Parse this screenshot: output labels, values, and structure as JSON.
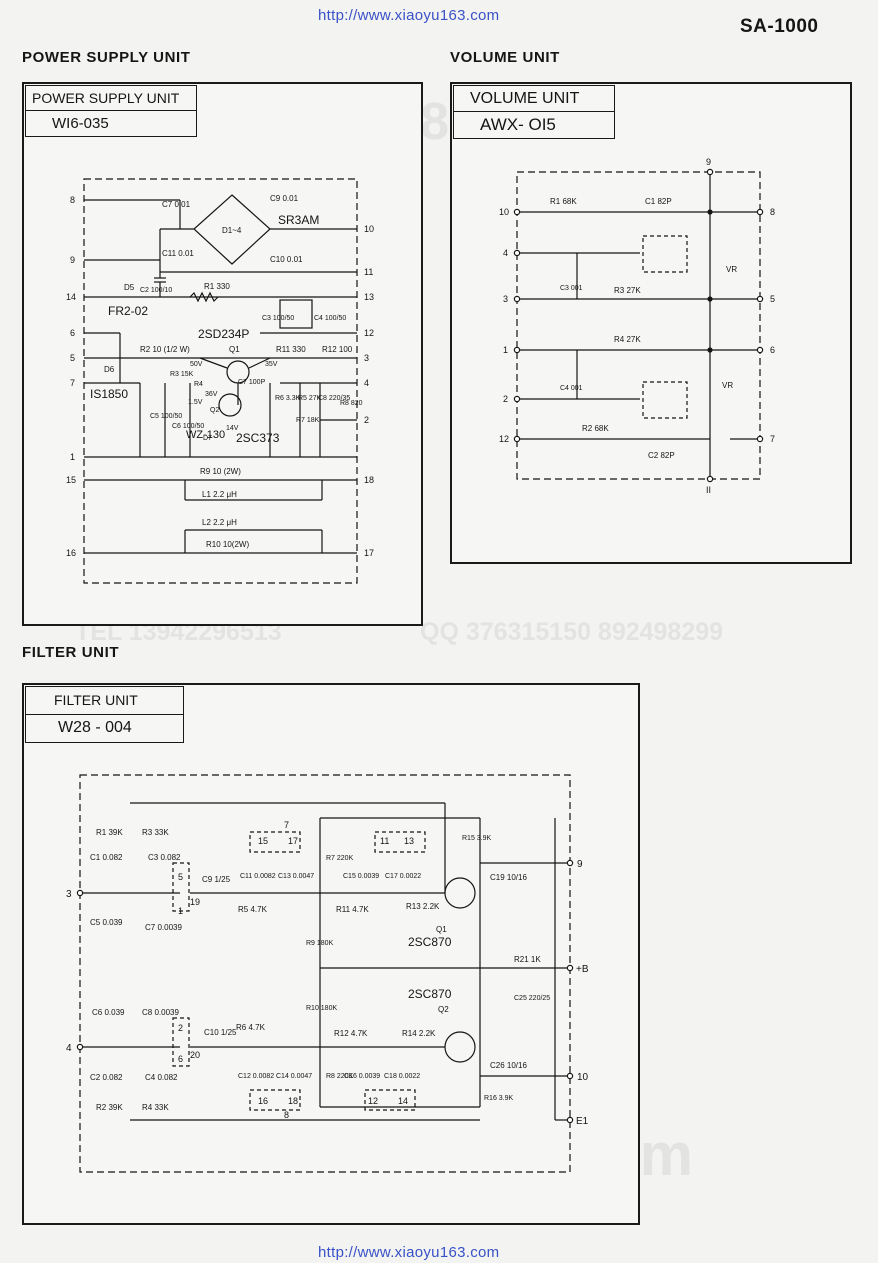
{
  "header": {
    "url_top": "http://www.xiaoyu163.com",
    "model": "SA-1000",
    "url_bottom": "http://www.xiaoyu163.com"
  },
  "watermarks": {
    "qq_big": "QQ 376315150  892498299",
    "tel": "TEL 13942296513",
    "qq_small": "QQ 376315150  892498299",
    "site": "www. xiaoyu163. com"
  },
  "power_supply": {
    "section_label": "POWER SUPPLY UNIT",
    "box_title": "POWER SUPPLY UNIT",
    "box_code": "WI6-035",
    "bridge": "SR3AM",
    "d14": "D1~4",
    "d5_part": "FR2-02",
    "d6_part": "IS1850",
    "q1_part": "2SD234P",
    "q2_part": "2SC373",
    "zener": "WZ-130",
    "labels": {
      "c7": "C7 0.01",
      "c9": "C9 0.01",
      "c11": "C11 0.01",
      "c10": "C10 0.01",
      "c2": "C2 100/10",
      "r1": "R1 330",
      "c3": "C3 100/50",
      "c4": "C4 100/50",
      "r2": "R2 10 (1/2 W)",
      "r11": "R11 330",
      "r12": "R12 100",
      "c5": "C5 100/50",
      "c6": "C6 100/50",
      "r3": "R3 15K",
      "r4": "R4",
      "c7b": "C7 100P",
      "r6": "R6 3.3K",
      "r5": "R5 27K",
      "r7": "R7 18K",
      "c8": "C8 220/35",
      "r8": "R8 820",
      "q1": "Q1",
      "q2": "Q2",
      "d5": "D5",
      "d6": "D6",
      "d7": "D7",
      "v50": "50V",
      "v35": "35V",
      "v36": "36V",
      "v15": "1.5V",
      "v14": "14V",
      "r9": "R9  10 (2W)",
      "l1": "L1  2.2 μH",
      "l2": "L2  2.2 μH",
      "r10": "R10 10(2W)"
    },
    "pins_left": [
      "8",
      "9",
      "14",
      "6",
      "5",
      "7",
      "1",
      "15",
      "16"
    ],
    "pins_right": [
      "10",
      "11",
      "13",
      "12",
      "3",
      "4",
      "2",
      "18",
      "17"
    ]
  },
  "volume": {
    "section_label": "VOLUME UNIT",
    "box_title": "VOLUME  UNIT",
    "box_code": "AWX- OI5",
    "labels": {
      "r1": "R1 68K",
      "c1": "C1 82P",
      "c3": "C3 001",
      "r3": "R3 27K",
      "r4": "R4 27K",
      "c4": "C4 001",
      "r2": "R2 68K",
      "c2": "C2 82P",
      "vr1": "VR",
      "vr2": "VR"
    },
    "pins_left": [
      "10",
      "4",
      "3",
      "1",
      "2",
      "12"
    ],
    "pins_right": [
      "8",
      "5",
      "6",
      "7"
    ],
    "pin_top": "9",
    "pin_bottom": "II"
  },
  "filter": {
    "section_label": "FILTER UNIT",
    "box_title": "FILTER  UNIT",
    "box_code": "W28 - 004",
    "q1_part": "2SC870",
    "q2_part": "2SC870",
    "labels": {
      "r1": "R1 39K",
      "r3": "R3 33K",
      "c1": "C1 0.082",
      "c3": "C3 0.082",
      "c5": "C5 0.039",
      "c7": "C7 0.0039",
      "c9": "C9 1/25",
      "r5": "R5 4.7K",
      "c11": "C11 0.0082",
      "c13": "C13 0.0047",
      "r7": "R7 220K",
      "c15": "C15 0.0039",
      "c17": "C17 0.0022",
      "r11": "R11 4.7K",
      "r13": "R13 2.2K",
      "r15": "R15 3.9K",
      "c19": "C19 10/16",
      "r9": "R9 180K",
      "r10": "R10 180K",
      "r21": "R21 1K",
      "c25": "C25 220/25",
      "c6": "C6 0.039",
      "c8": "C8 0.0039",
      "c2": "C2 0.082",
      "c4": "C4 0.082",
      "r2": "R2 39K",
      "r4": "R4 33K",
      "c10": "C10 1/25",
      "r6": "R6 4.7K",
      "c12": "C12 0.0082",
      "c14": "C14 0.0047",
      "r12": "R12 4.7K",
      "r14": "R14 2.2K",
      "r8": "R8 220K",
      "c16": "C16 0.0039",
      "c18": "C18 0.0022",
      "c26": "C26 10/16",
      "r16": "R16 3.9K",
      "q1": "Q1",
      "q2": "Q2"
    },
    "pins": {
      "in3": "3",
      "in4": "4",
      "out9": "9",
      "out_b": "+B",
      "out10": "10",
      "e1": "E1",
      "p7": "7",
      "p8": "8",
      "p11": "11",
      "p13": "13",
      "p12": "12",
      "p14": "14",
      "p16": "16",
      "p18": "18",
      "p19": "19",
      "p20": "20",
      "p1": "1",
      "p2": "2",
      "p5": "5",
      "p6": "6",
      "p15": "15",
      "p17": "17"
    }
  }
}
